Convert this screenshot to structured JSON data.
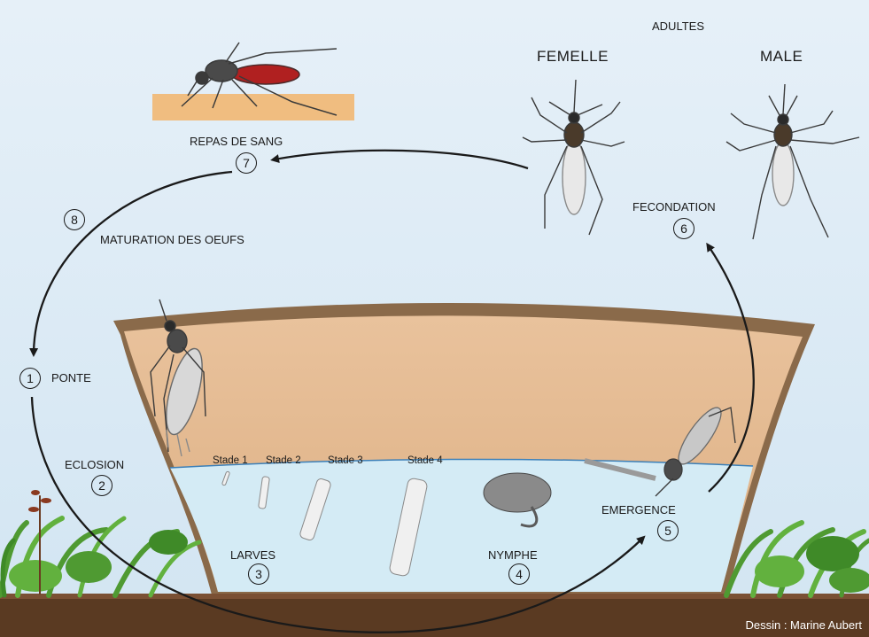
{
  "labels": {
    "adultes": "ADULTES",
    "femelle": "FEMELLE",
    "male": "MALE",
    "repas_de_sang": "REPAS DE SANG",
    "fecondation": "FECONDATION",
    "maturation": "MATURATION DES OEUFS",
    "ponte": "PONTE",
    "eclosion": "ECLOSION",
    "larves": "LARVES",
    "nymphe": "NYMPHE",
    "emergence": "EMERGENCE"
  },
  "stages": [
    "Stade 1",
    "Stade 2",
    "Stade 3",
    "Stade 4"
  ],
  "steps": {
    "s1": "1",
    "s2": "2",
    "s3": "3",
    "s4": "4",
    "s5": "5",
    "s6": "6",
    "s7": "7",
    "s8": "8"
  },
  "credit": "Dessin : Marine Aubert",
  "colors": {
    "sky": "#dcebf6",
    "pot_rim": "#8a6a4a",
    "pot_inner": "#e3b890",
    "water": "#d3e9f4",
    "water_line": "#3b7fb8",
    "soil": "#5a3a22",
    "grass": "#5aa83a",
    "skin": "#f0bd80",
    "blood": "#b02020"
  }
}
